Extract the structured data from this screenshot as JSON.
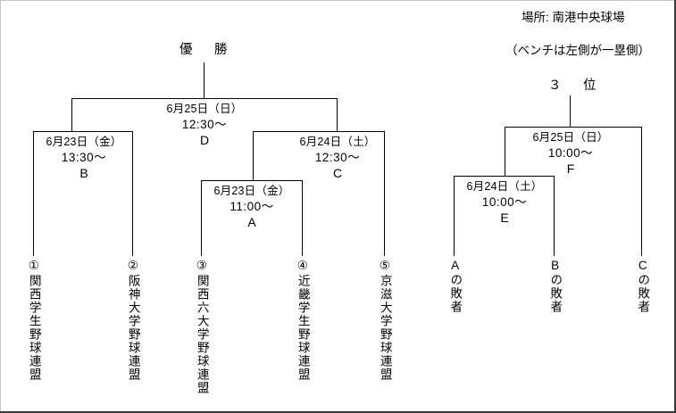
{
  "venue": {
    "place": "場所: 南港中央球場",
    "bench_note": "（ベンチは左側が一塁側）"
  },
  "titles": {
    "champion": "優　勝",
    "third_place": "３　位"
  },
  "matches": {
    "A": {
      "date": "6月23日（金）",
      "time": "11:00～",
      "letter": "A"
    },
    "B": {
      "date": "6月23日（金）",
      "time": "13:30～",
      "letter": "B"
    },
    "C": {
      "date": "6月24日（土）",
      "time": "12:30～",
      "letter": "C"
    },
    "D": {
      "date": "6月25日（日）",
      "time": "12:30～",
      "letter": "D"
    },
    "E": {
      "date": "6月24日（土）",
      "time": "10:00～",
      "letter": "E"
    },
    "F": {
      "date": "6月25日（日）",
      "time": "10:00～",
      "letter": "F"
    }
  },
  "teams": [
    {
      "seed": "①",
      "name": "関西学生野球連盟"
    },
    {
      "seed": "②",
      "name": "阪神大学野球連盟"
    },
    {
      "seed": "③",
      "name": "関西六大学野球連盟"
    },
    {
      "seed": "④",
      "name": "近畿学生野球連盟"
    },
    {
      "seed": "⑤",
      "name": "京滋大学野球連盟"
    }
  ],
  "losers": [
    {
      "label": "Aの敗者"
    },
    {
      "label": "Bの敗者"
    },
    {
      "label": "Cの敗者"
    }
  ],
  "colors": {
    "line": "#000000",
    "frame_light": "#c8c8c8",
    "frame_dark": "#3a3a3a",
    "background": "#ffffff"
  }
}
